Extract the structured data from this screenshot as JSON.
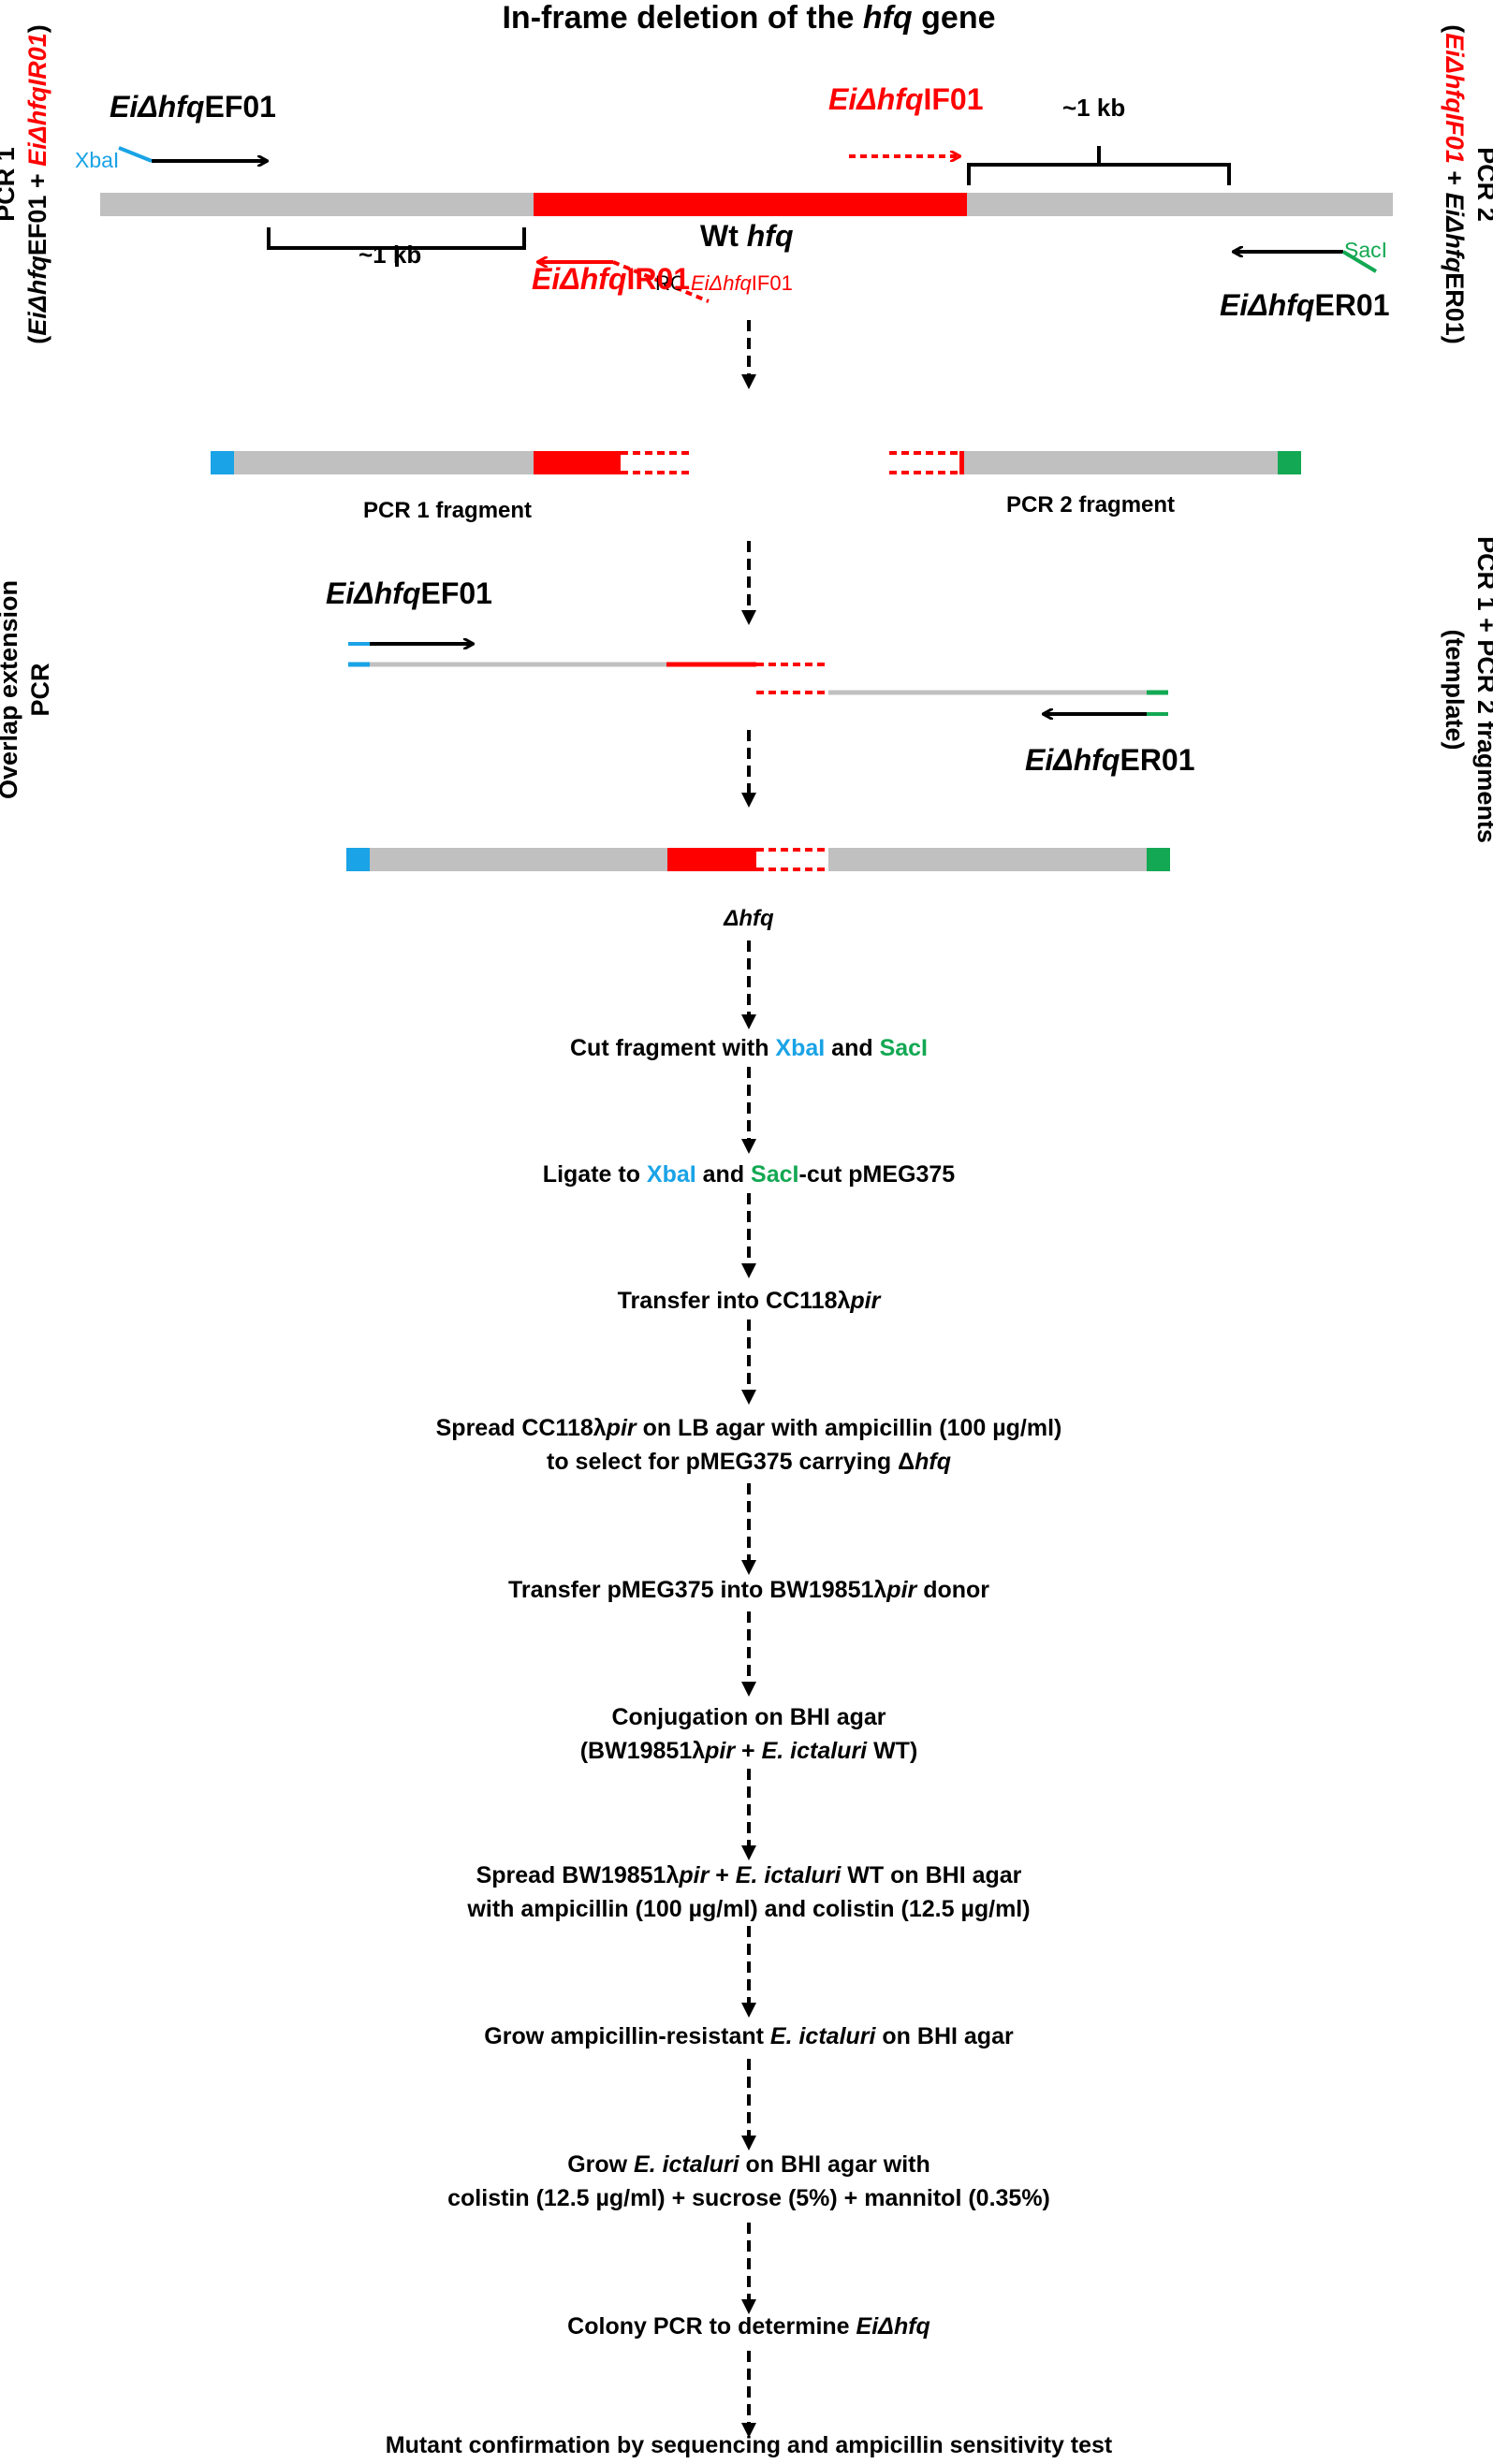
{
  "title": {
    "prefix": "In-frame deletion of the ",
    "gene": "hfq",
    "suffix": " gene"
  },
  "primers": {
    "ef01": {
      "a": "Ei",
      "b": "Δhfq",
      "c": "EF01"
    },
    "if01": {
      "a": "Ei",
      "b": "Δhfq",
      "c": "IF01"
    },
    "ir01": {
      "a": "Ei",
      "b": "Δhfq",
      "c": "IR01"
    },
    "er01": {
      "a": "Ei",
      "b": "Δhfq",
      "c": "ER01"
    },
    "rc_if01": {
      "rc": "RC ",
      "a": "EiΔhfq",
      "c": "IF01"
    }
  },
  "gene_labels": {
    "wt": "Wt ",
    "wt_gene": "hfq",
    "kb1": "~1 kb",
    "kb2": "~1 kb",
    "delta": "Δhfq"
  },
  "sites": {
    "xbal": "XbaI",
    "sacl": "SacI"
  },
  "fragments": {
    "pcr1": "PCR 1 fragment",
    "pcr2": "PCR 2 fragment"
  },
  "side_labels": {
    "pcr1_title": "PCR 1",
    "pcr1_sub": {
      "open": "(",
      "a": "EiΔhfq",
      "b": "EF01 + ",
      "c": "EiΔhfqIR01",
      "close": ")"
    },
    "pcr2_title": "PCR 2",
    "pcr2_sub": {
      "open": "(",
      "a": "EiΔhfqIF01",
      "b": " + ",
      "c": "EiΔhfq",
      "d": "ER01",
      "close": ")"
    },
    "overlap": [
      "Overlap extension",
      "PCR"
    ],
    "template": [
      "PCR 1 + PCR 2 fragments",
      "(template)"
    ]
  },
  "steps": {
    "s1": {
      "a": "Cut fragment with ",
      "b": "XbaI",
      "c": " and ",
      "d": "SacI"
    },
    "s2": {
      "a": "Ligate to ",
      "b": "XbaI",
      "c": " and ",
      "d": "SacI",
      "e": "-cut pMEG375"
    },
    "s3": {
      "a": "Transfer into CC118λ",
      "b": "pir"
    },
    "s4": {
      "a": "Spread CC118λ",
      "b": "pir",
      "c": " on LB agar with ampicillin (100 µg/ml)",
      "d": "to select for pMEG375 carrying Δ",
      "e": "hfq"
    },
    "s5": {
      "a": "Transfer pMEG375 into BW19851λ",
      "b": "pir",
      "c": " donor"
    },
    "s6": {
      "a": "Conjugation on BHI agar",
      "b": "(BW19851λ",
      "c": "pir",
      "d": " + ",
      "e": "E. ictaluri",
      "f": " WT)"
    },
    "s7": {
      "a": "Spread BW19851λ",
      "b": "pir",
      "c": " + ",
      "d": "E. ictaluri",
      "e": " WT on BHI agar",
      "f": "with ampicillin (100 µg/ml) and colistin (12.5 µg/ml)"
    },
    "s8": {
      "a": "Grow ampicillin-resistant ",
      "b": "E. ictaluri",
      "c": " on BHI agar"
    },
    "s9": {
      "a": "Grow ",
      "b": "E. ictaluri",
      "c": " on BHI agar with",
      "d": "colistin (12.5 µg/ml) + sucrose (5%) + mannitol (0.35%)"
    },
    "s10": {
      "a": "Colony PCR to determine ",
      "b": "EiΔhfq"
    },
    "s11": {
      "a": "Mutant confirmation by sequencing and ampicillin sensitivity test"
    }
  },
  "colors": {
    "gray": "#c0c0c0",
    "red": "#ff0000",
    "blue": "#1aa3e6",
    "green": "#13a853",
    "black": "#000000"
  }
}
